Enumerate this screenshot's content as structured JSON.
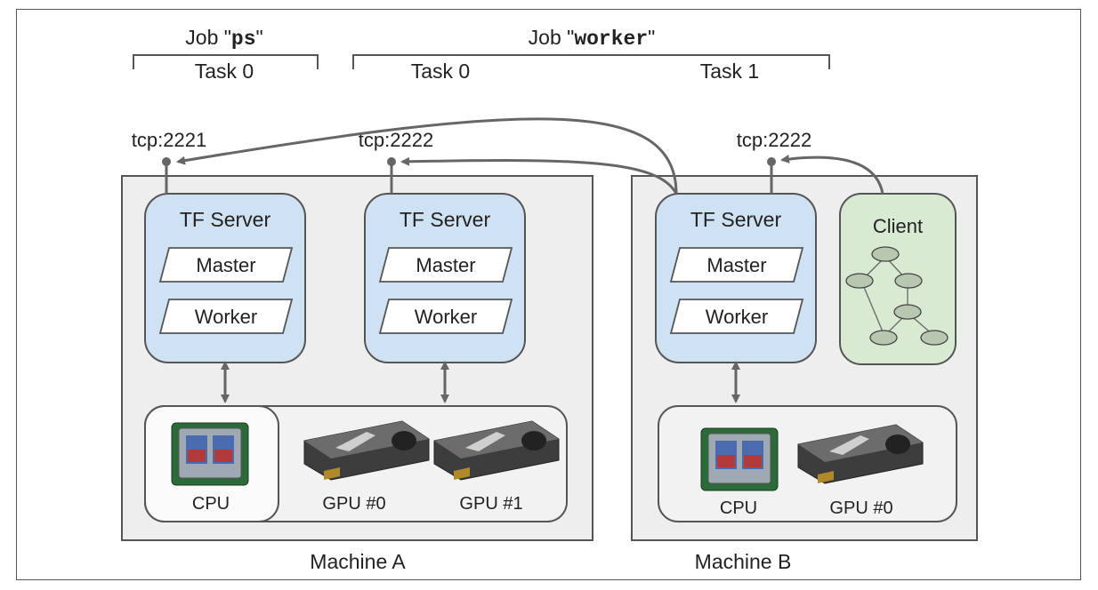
{
  "jobs": {
    "ps": {
      "prefix": "Job \"",
      "name": "ps",
      "suffix": "\"",
      "task": "Task 0"
    },
    "worker": {
      "prefix": "Job \"",
      "name": "worker",
      "suffix": "\"",
      "task0": "Task 0",
      "task1": "Task 1"
    }
  },
  "ports": {
    "a_ps": "tcp:2221",
    "a_worker": "tcp:2222",
    "b_worker": "tcp:2222"
  },
  "machines": {
    "a": {
      "label": "Machine A",
      "servers": [
        {
          "title": "TF Server",
          "master": "Master",
          "worker": "Worker"
        },
        {
          "title": "TF Server",
          "master": "Master",
          "worker": "Worker"
        }
      ],
      "devices": {
        "cpu": "CPU",
        "gpu0": "GPU #0",
        "gpu1": "GPU #1"
      }
    },
    "b": {
      "label": "Machine B",
      "server": {
        "title": "TF Server",
        "master": "Master",
        "worker": "Worker"
      },
      "client": "Client",
      "devices": {
        "cpu": "CPU",
        "gpu0": "GPU #0"
      }
    }
  },
  "colors": {
    "machine_fill": "#eeeeee",
    "server_fill": "#cfe2f3",
    "client_fill": "#d9ead3",
    "arrow": "#666666",
    "border": "#555555"
  }
}
